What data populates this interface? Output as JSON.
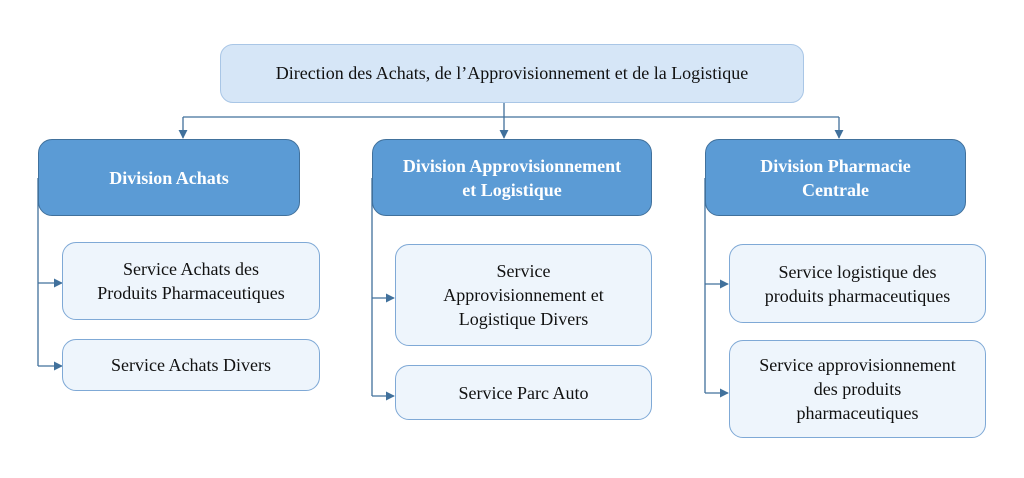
{
  "colors": {
    "division_fill": "#5b9bd5",
    "top_fill": "#d6e6f7",
    "service_fill": "#eef5fc",
    "connector": "#41719c"
  },
  "top": {
    "title": "Direction des Achats, de l’Approvisionnement et de la Logistique"
  },
  "divisions": [
    {
      "title": "Division Achats",
      "services": [
        "Service Achats des\nProduits Pharmaceutiques",
        "Service Achats Divers"
      ]
    },
    {
      "title": "Division Approvisionnement\net Logistique",
      "services": [
        "Service\nApprovisionnement et\nLogistique Divers",
        "Service Parc Auto"
      ]
    },
    {
      "title": "Division Pharmacie\nCentrale",
      "services": [
        "Service logistique des\nproduits pharmaceutiques",
        "Service approvisionnement\ndes produits\npharmaceutiques"
      ]
    }
  ]
}
